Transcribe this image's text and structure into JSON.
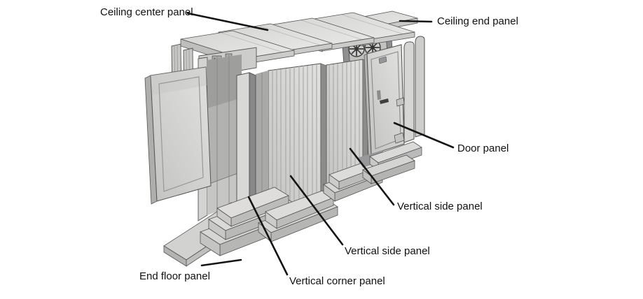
{
  "figure": {
    "background": "#ffffff",
    "labels": [
      {
        "id": "ceiling-center-panel",
        "text": "Ceiling center panel"
      },
      {
        "id": "ceiling-end-panel",
        "text": "Ceiling end panel"
      },
      {
        "id": "door-panel",
        "text": "Door panel"
      },
      {
        "id": "vertical-side-panel-upper",
        "text": "Vertical side panel"
      },
      {
        "id": "vertical-side-panel-lower",
        "text": "Vertical side panel"
      },
      {
        "id": "vertical-corner-panel",
        "text": "Vertical corner panel"
      },
      {
        "id": "end-floor-panel",
        "text": "End floor panel"
      }
    ],
    "colors": {
      "line_art": "#555555",
      "leader_line": "#151515",
      "text": "#111111",
      "panel_light": "#dddddb",
      "panel_mid": "#c7c7c5",
      "panel_dark": "#8c8c8a"
    }
  }
}
